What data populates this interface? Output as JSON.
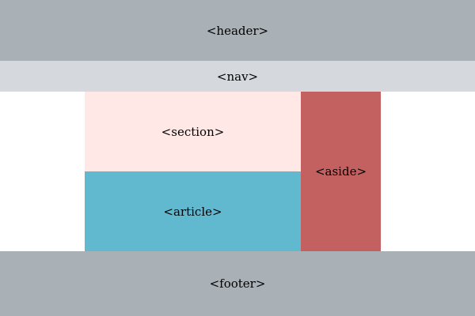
{
  "diagram": {
    "header": {
      "label": "<header>",
      "color": "#a9b0b6"
    },
    "nav": {
      "label": "<nav>",
      "color": "#d5d9dd"
    },
    "section": {
      "label": "<section>",
      "color": "#ffe8e5"
    },
    "article": {
      "label": "<article>",
      "color": "#61b9d0"
    },
    "aside": {
      "label": "<aside>",
      "color": "#c36160"
    },
    "footer": {
      "label": "<footer>",
      "color": "#a9b0b6"
    }
  }
}
